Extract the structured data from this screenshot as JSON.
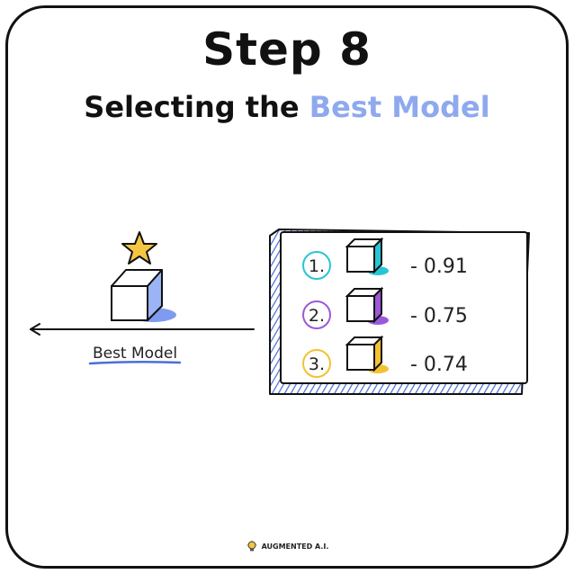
{
  "heading": {
    "title": "Step 8",
    "subtitle_prefix": "Selecting the ",
    "subtitle_accent": "Best Model"
  },
  "best_model_label": "Best Model",
  "rankings": [
    {
      "rank": "1.",
      "score": "- 0.91",
      "color": "#27c6d6"
    },
    {
      "rank": "2.",
      "score": "- 0.75",
      "color": "#9b59d9"
    },
    {
      "rank": "3.",
      "score": "- 0.74",
      "color": "#f2c230"
    }
  ],
  "footer": {
    "brand": "AUGMENTED A.I."
  },
  "colors": {
    "accent": "#8ea9ee",
    "panel_border": "#4a6fd6",
    "ink": "#111111"
  },
  "icons": [
    "star-icon",
    "cube-icon",
    "arrow-left-icon",
    "lightbulb-icon"
  ]
}
